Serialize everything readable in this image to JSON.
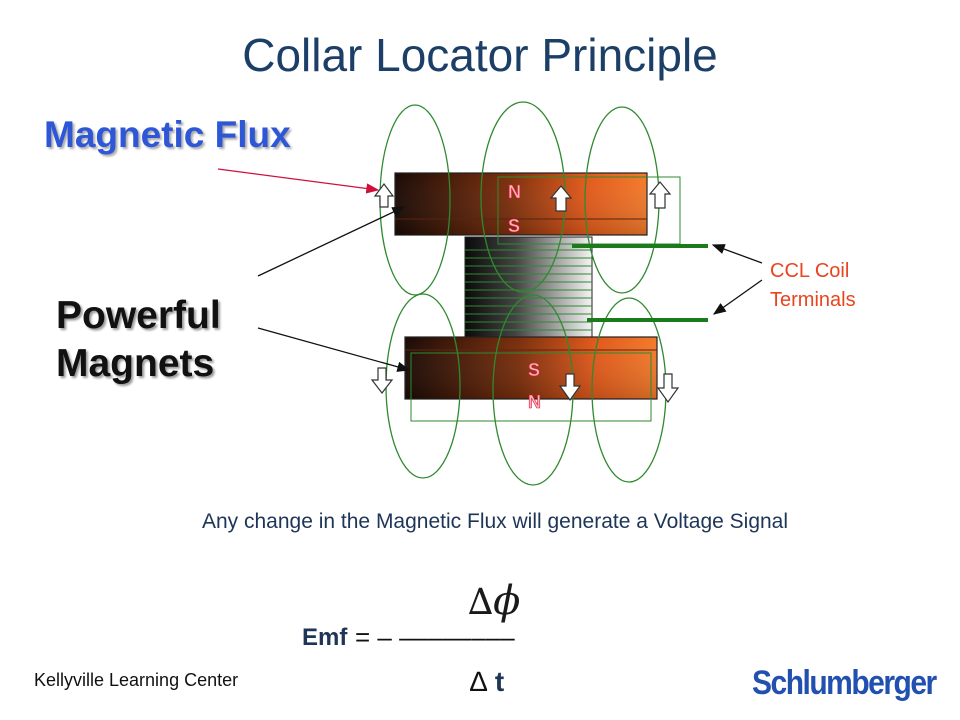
{
  "title": "Collar Locator Principle",
  "labels": {
    "magnetic_flux": "Magnetic Flux",
    "powerful_magnets_line1": "Powerful",
    "powerful_magnets_line2": "Magnets",
    "ccl_coil_line1": "CCL Coil",
    "ccl_coil_line2": "Terminals"
  },
  "poles": {
    "upper_top": "N",
    "upper_bottom": "S",
    "lower_top": "S",
    "lower_bottom": "N"
  },
  "caption": "Any change in the Magnetic Flux will generate a Voltage Signal",
  "equation": {
    "numerator_delta": "∆",
    "numerator_phi": "ϕ",
    "lhs": "Emf",
    "operator": "= – ––––––––",
    "denominator_delta": "∆",
    "denominator_t": "t"
  },
  "footer": "Kellyville Learning Center",
  "brand": "Schlumberger",
  "colors": {
    "title": "#1b3f66",
    "flux_label": "#2d57d6",
    "ccl_label": "#e8451e",
    "flux_loops": "#2f8a2f",
    "terminals": "#1b7a1b",
    "magnet": "#e8641b",
    "brand": "#2250b0"
  }
}
